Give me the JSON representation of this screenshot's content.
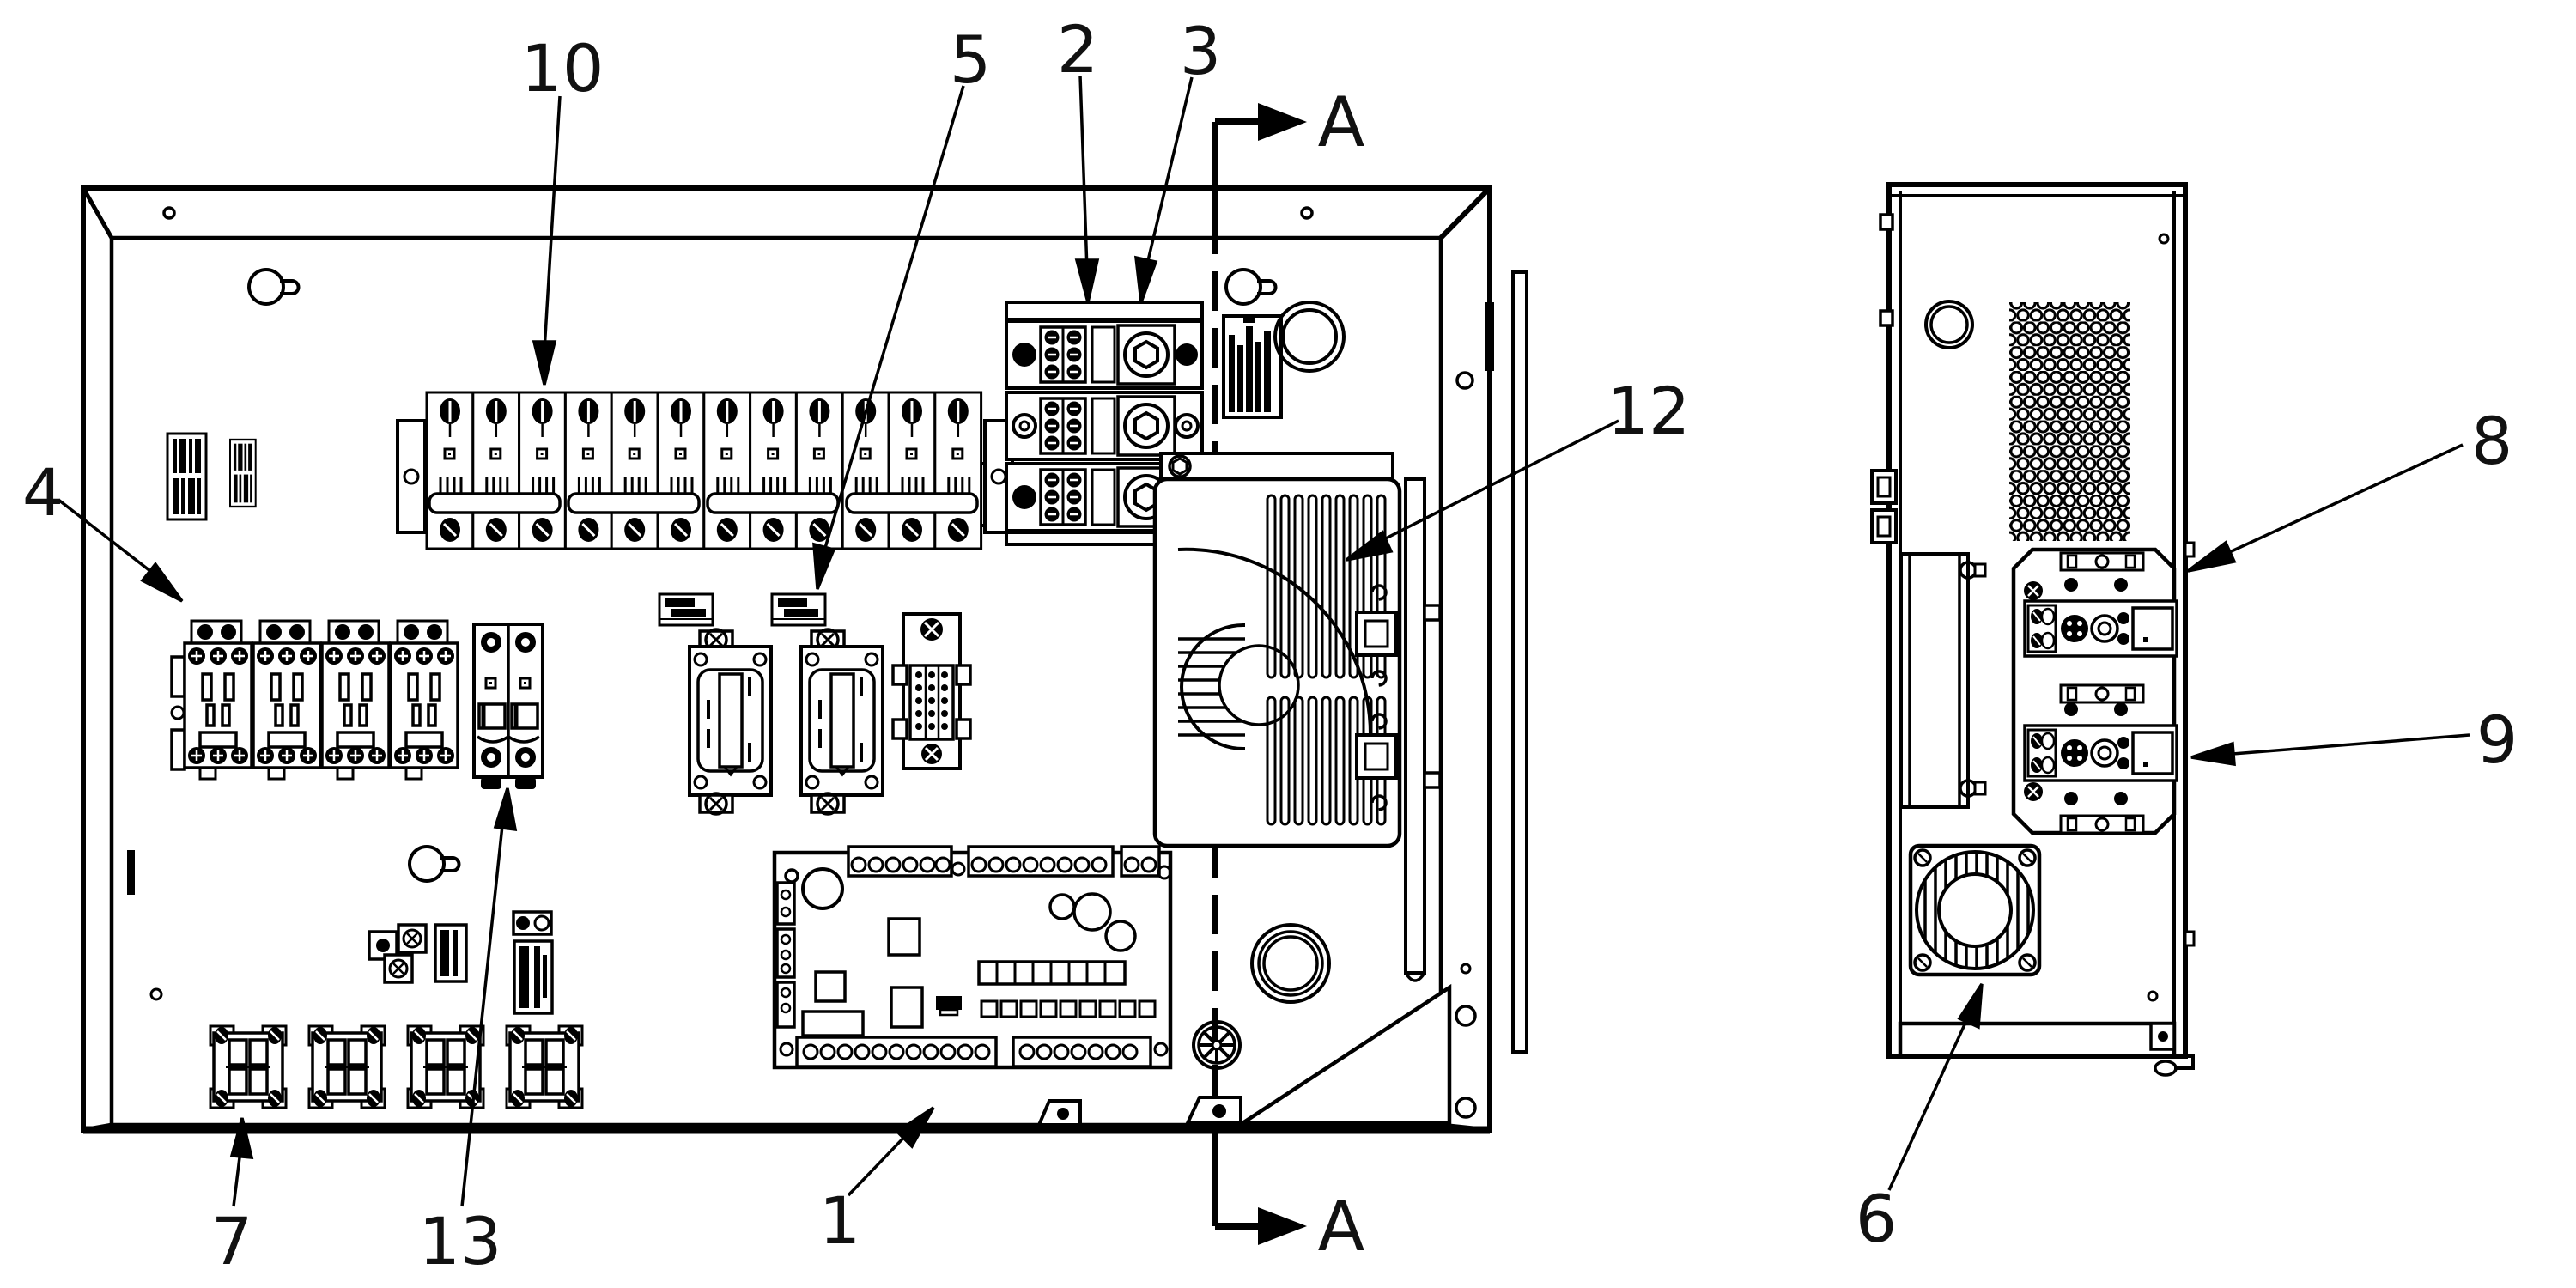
{
  "drawing": {
    "type": "technical-assembly-drawing",
    "background_color": "#ffffff",
    "line_color": "#000000",
    "views": {
      "main_view": "enclosure-back-panel-front-view",
      "side_view": "enclosure-right-side-view"
    },
    "callouts": {
      "part_10": "10",
      "part_5": "5",
      "part_2": "2",
      "part_3": "3",
      "part_4": "4",
      "part_12": "12",
      "part_7": "7",
      "part_13": "13",
      "part_1": "1",
      "part_8": "8",
      "part_9": "9",
      "part_6": "6",
      "section_label_top": "A",
      "section_label_bottom": "A"
    }
  }
}
